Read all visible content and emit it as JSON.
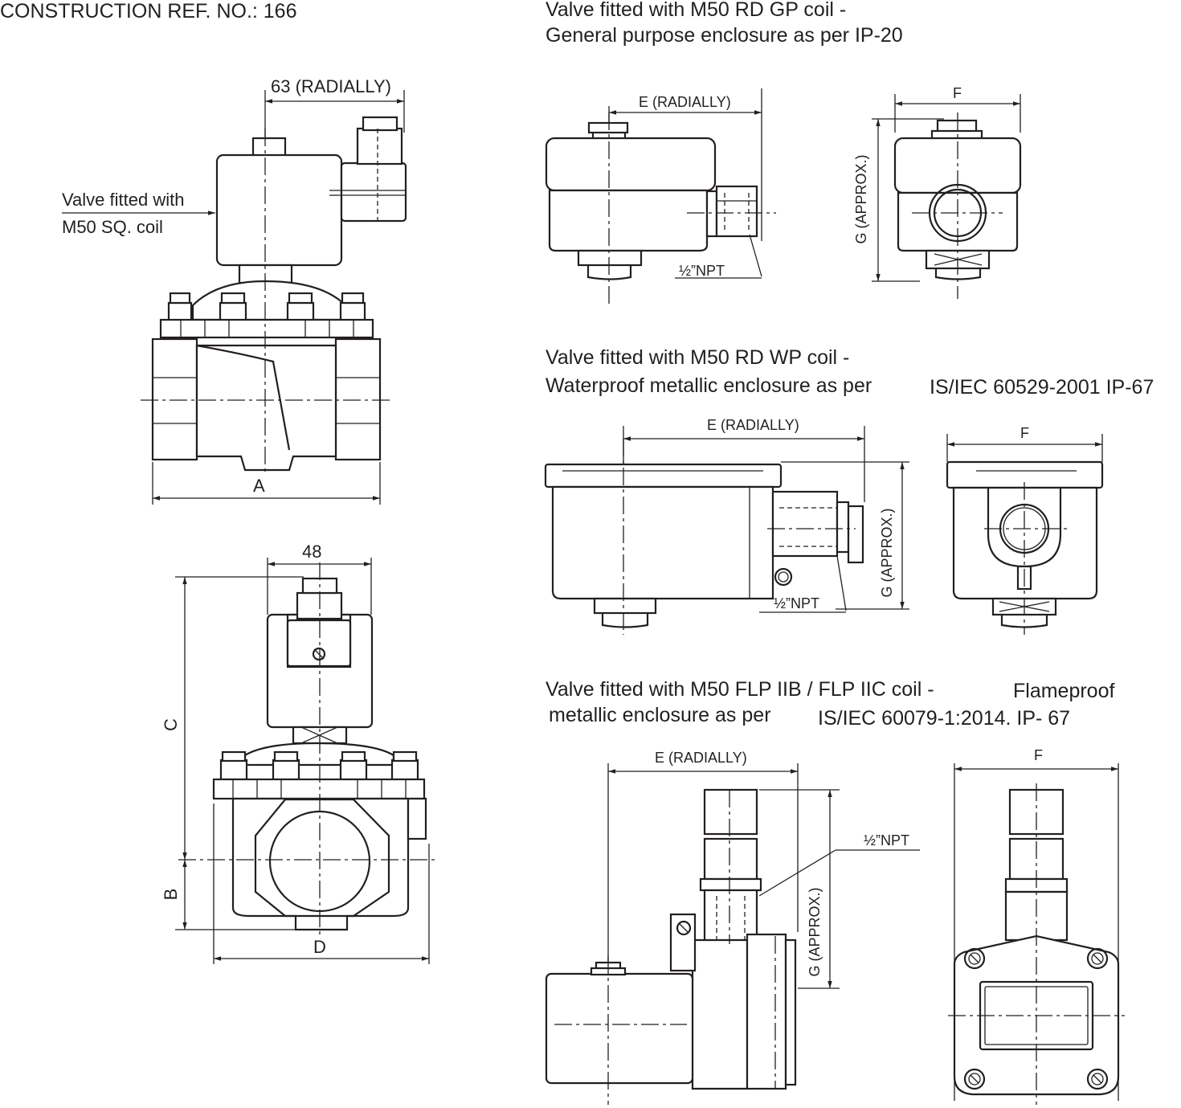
{
  "header": {
    "construction_ref": "CONSTRUCTION  REF. NO.:  166"
  },
  "main_view": {
    "dim_radially": "63 (RADIALLY)",
    "callout_line1": "Valve fitted with",
    "callout_line2": "M50 SQ. coil",
    "dim_a": "A"
  },
  "side_view": {
    "dim_48": "48",
    "dim_c": "C",
    "dim_b": "B",
    "dim_d": "D"
  },
  "gp_section": {
    "title_line1": "Valve fitted with M50 RD GP coil -",
    "title_line2": "General purpose  enclosure as per IP-20",
    "dim_e": "E (RADIALLY)",
    "dim_f": "F",
    "dim_g": "G (APPROX.)",
    "npt": "½”NPT"
  },
  "wp_section": {
    "title_line1": "Valve fitted with M50 RD WP coil -",
    "title_line2a": "Waterproof metallic enclosure as per",
    "title_line2b": "IS/IEC 60529-2001 IP-67",
    "dim_e": "E (RADIALLY)",
    "dim_f": "F",
    "dim_g": "G (APPROX.)",
    "npt": "½”NPT"
  },
  "flp_section": {
    "title_line1a": "Valve fitted with M50 FLP IIB / FLP IIC  coil -",
    "title_line1b": "Flameproof",
    "title_line2a": "metallic enclosure as per",
    "title_line2b": "IS/IEC 60079-1:2014. IP- 67",
    "dim_e": "E (RADIALLY)",
    "dim_f": "F",
    "dim_g": "G (APPROX.)",
    "npt": "½”NPT"
  }
}
